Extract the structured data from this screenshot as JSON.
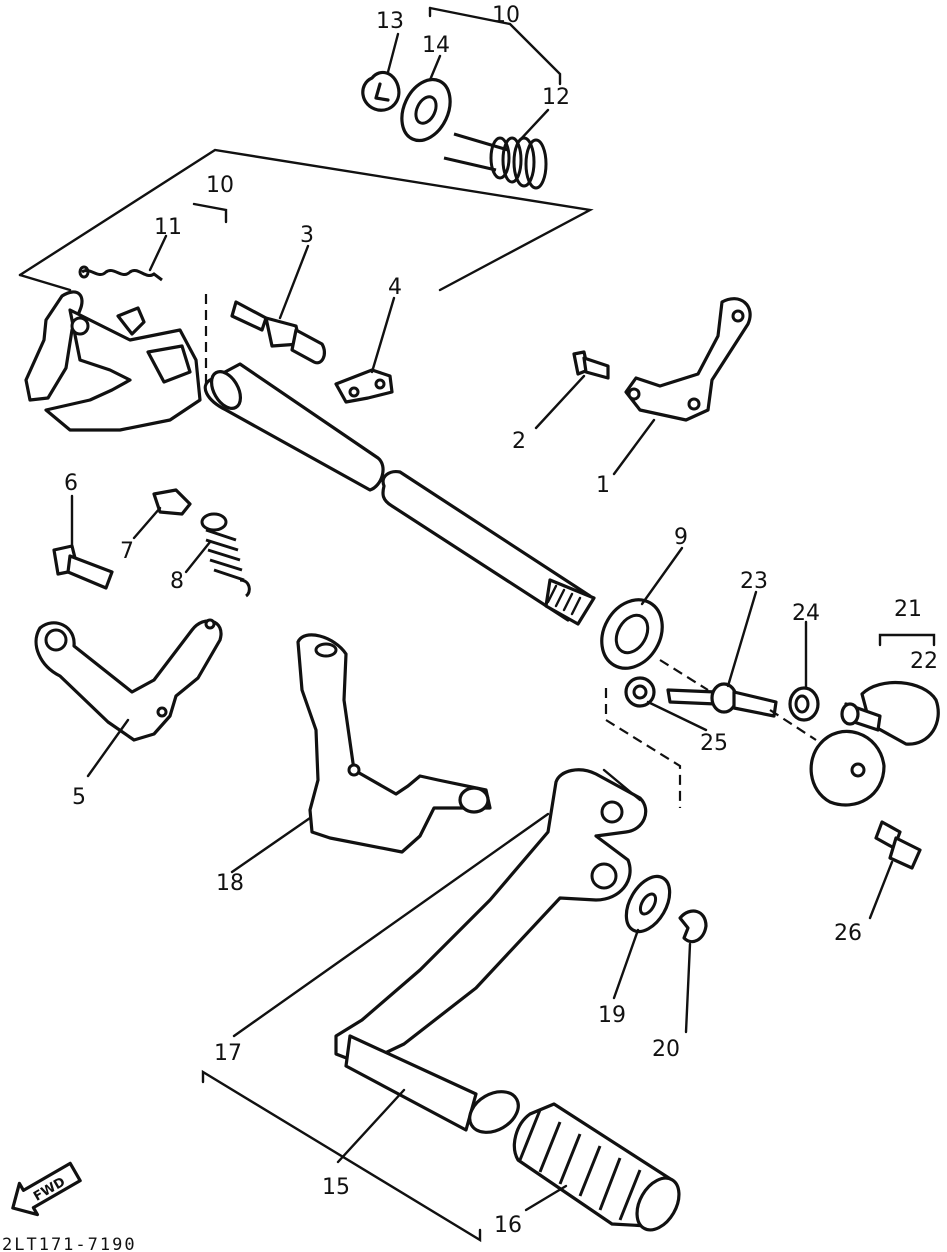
{
  "callouts": {
    "n1": "1",
    "n2": "2",
    "n3": "3",
    "n4": "4",
    "n5": "5",
    "n6": "6",
    "n7": "7",
    "n8": "8",
    "n9": "9",
    "n10a": "10",
    "n10b": "10",
    "n11": "11",
    "n12": "12",
    "n13": "13",
    "n14": "14",
    "n15": "15",
    "n16": "16",
    "n17": "17",
    "n18": "18",
    "n19": "19",
    "n20": "20",
    "n21": "21",
    "n22": "22",
    "n23": "23",
    "n24": "24",
    "n25": "25",
    "n26": "26"
  },
  "forward_arrow": {
    "label": "FWD"
  },
  "drawing_code": "2LT171-7190"
}
